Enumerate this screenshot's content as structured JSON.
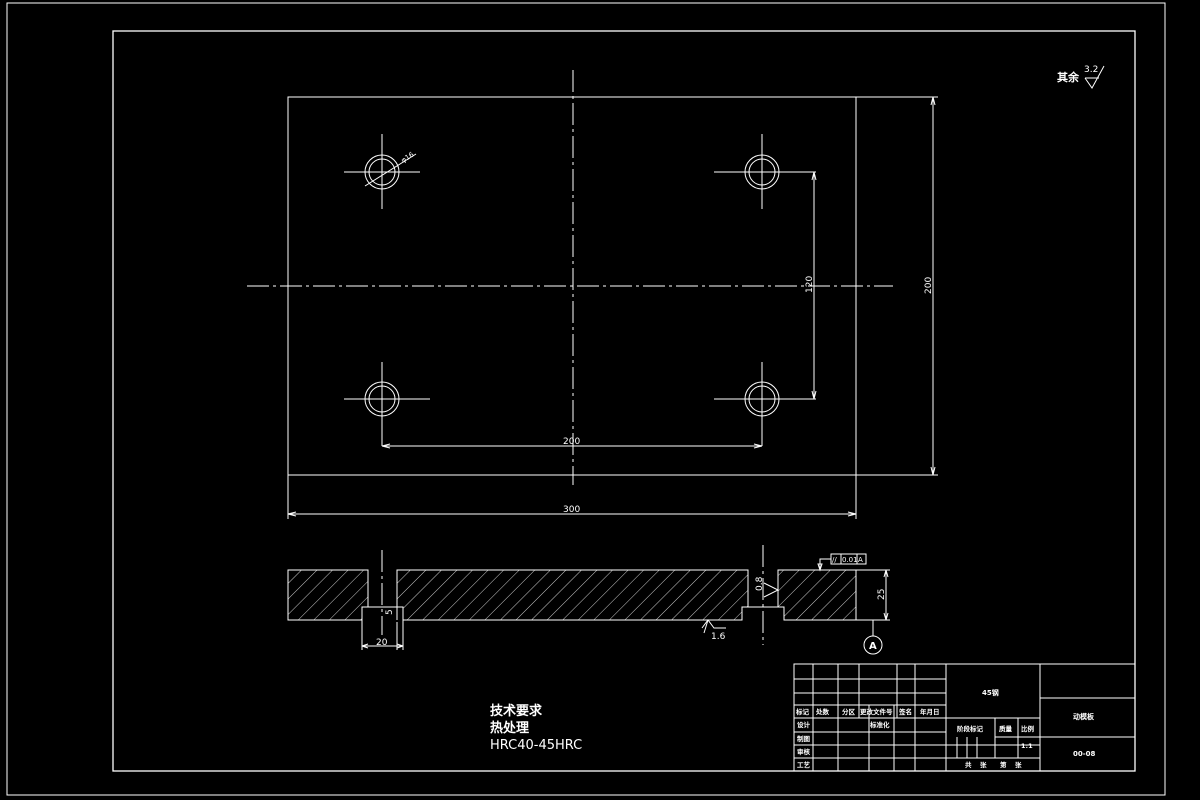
{
  "surface_finish": {
    "label": "其余",
    "value": "3.2"
  },
  "dimensions": {
    "hole_dia": "φ16",
    "hole_spacing_x": "200",
    "hole_spacing_y": "120",
    "plate_width": "300",
    "plate_height": "200",
    "thickness": "25",
    "counterbore_width": "20",
    "counterbore_depth": "5"
  },
  "section": {
    "roughness_side": "0.8",
    "roughness_bottom": "1.6",
    "tolerance_symbol": "//",
    "tolerance_value": "0.01",
    "datum": "A"
  },
  "tech_requirements": {
    "title": "技术要求",
    "subtitle": "热处理",
    "spec": "HRC40-45HRC"
  },
  "title_block": {
    "material": "45钢",
    "part_name": "动模板",
    "drawing_no": "00-08",
    "scale": "1:1",
    "headers": {
      "mark": "标记",
      "count": "处数",
      "zone": "分区",
      "doc_no": "更改文件号",
      "sign": "签名",
      "date": "年月日",
      "design": "设计",
      "standardize": "标准化",
      "draw": "制图",
      "review": "审核",
      "process": "工艺",
      "stage_mark": "阶段标记",
      "weight": "质量",
      "ratio": "比例",
      "total": "共",
      "sheet": "张",
      "page": "第",
      "sheet2": "张"
    }
  }
}
